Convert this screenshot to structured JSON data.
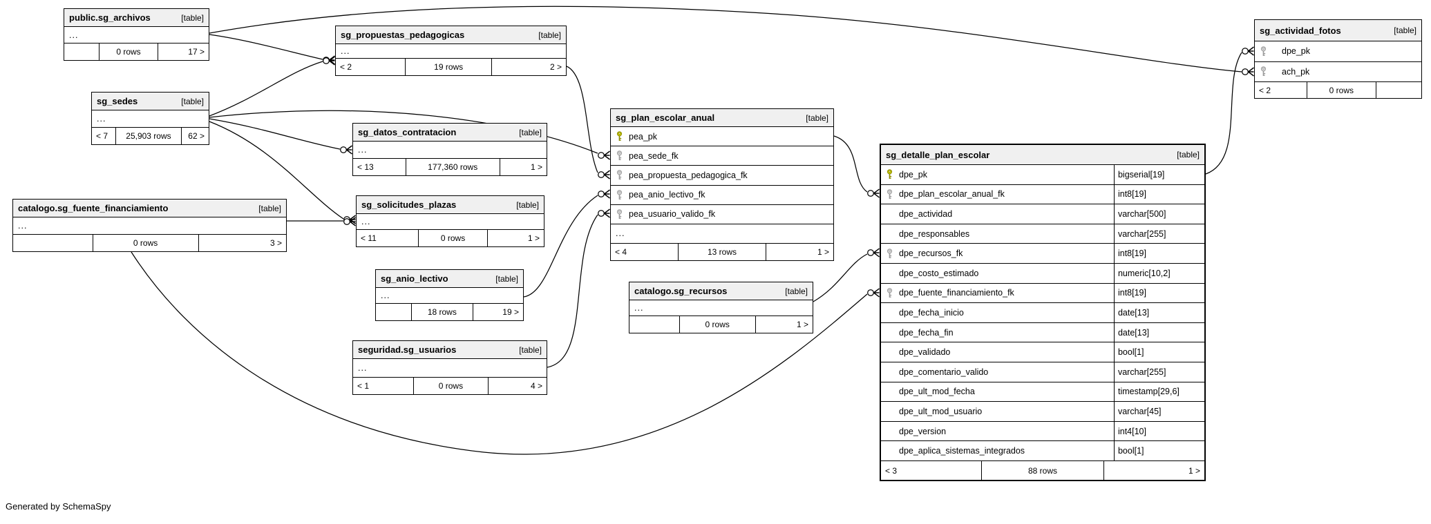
{
  "diagram": {
    "generator_note": "Generated by SchemaSpy",
    "table_tag": "[table]",
    "ellipsis_label": "...",
    "colors": {
      "header_bg": "#f0f0f0",
      "border": "#000000",
      "pk_key": "#cccc00",
      "fk_key": "#dcdcdc"
    },
    "tables": [
      {
        "id": "sg_archivos",
        "name": "public.sg_archivos",
        "ellipsis": true,
        "columns": [],
        "footer": {
          "left": "",
          "center": "0 rows",
          "right": "17 >"
        }
      },
      {
        "id": "sg_propuestas_pedagogicas",
        "name": "sg_propuestas_pedagogicas",
        "ellipsis": true,
        "columns": [],
        "footer": {
          "left": "< 2",
          "center": "19 rows",
          "right": "2 >"
        }
      },
      {
        "id": "sg_sedes",
        "name": "sg_sedes",
        "ellipsis": true,
        "columns": [],
        "footer": {
          "left": "< 7",
          "center": "25,903 rows",
          "right": "62 >"
        }
      },
      {
        "id": "sg_datos_contratacion",
        "name": "sg_datos_contratacion",
        "ellipsis": true,
        "columns": [],
        "footer": {
          "left": "< 13",
          "center": "177,360 rows",
          "right": "1 >"
        }
      },
      {
        "id": "sg_solicitudes_plazas",
        "name": "sg_solicitudes_plazas",
        "ellipsis": true,
        "columns": [],
        "footer": {
          "left": "< 11",
          "center": "0 rows",
          "right": "1 >"
        }
      },
      {
        "id": "sg_fuente_financiamiento",
        "name": "catalogo.sg_fuente_financiamiento",
        "ellipsis": true,
        "columns": [],
        "footer": {
          "left": "",
          "center": "0 rows",
          "right": "3 >"
        }
      },
      {
        "id": "sg_anio_lectivo",
        "name": "sg_anio_lectivo",
        "ellipsis": true,
        "columns": [],
        "footer": {
          "left": "",
          "center": "18 rows",
          "right": "19 >"
        }
      },
      {
        "id": "sg_usuarios",
        "name": "seguridad.sg_usuarios",
        "ellipsis": true,
        "columns": [],
        "footer": {
          "left": "< 1",
          "center": "0 rows",
          "right": "4 >"
        }
      },
      {
        "id": "sg_plan_escolar_anual",
        "name": "sg_plan_escolar_anual",
        "ellipsis": true,
        "columns": [
          {
            "name": "pea_pk",
            "key": "pk"
          },
          {
            "name": "pea_sede_fk",
            "key": "fk"
          },
          {
            "name": "pea_propuesta_pedagogica_fk",
            "key": "fk"
          },
          {
            "name": "pea_anio_lectivo_fk",
            "key": "fk"
          },
          {
            "name": "pea_usuario_valido_fk",
            "key": "fk"
          }
        ],
        "footer": {
          "left": "< 4",
          "center": "13 rows",
          "right": "1 >"
        }
      },
      {
        "id": "sg_recursos",
        "name": "catalogo.sg_recursos",
        "ellipsis": true,
        "columns": [],
        "footer": {
          "left": "",
          "center": "0 rows",
          "right": "1 >"
        }
      },
      {
        "id": "sg_detalle_plan_escolar",
        "name": "sg_detalle_plan_escolar",
        "ellipsis": false,
        "columns": [
          {
            "name": "dpe_pk",
            "key": "pk",
            "type": "bigserial[19]"
          },
          {
            "name": "dpe_plan_escolar_anual_fk",
            "key": "fk",
            "type": "int8[19]"
          },
          {
            "name": "dpe_actividad",
            "key": null,
            "type": "varchar[500]"
          },
          {
            "name": "dpe_responsables",
            "key": null,
            "type": "varchar[255]"
          },
          {
            "name": "dpe_recursos_fk",
            "key": "fk",
            "type": "int8[19]"
          },
          {
            "name": "dpe_costo_estimado",
            "key": null,
            "type": "numeric[10,2]"
          },
          {
            "name": "dpe_fuente_financiamiento_fk",
            "key": "fk",
            "type": "int8[19]"
          },
          {
            "name": "dpe_fecha_inicio",
            "key": null,
            "type": "date[13]"
          },
          {
            "name": "dpe_fecha_fin",
            "key": null,
            "type": "date[13]"
          },
          {
            "name": "dpe_validado",
            "key": null,
            "type": "bool[1]"
          },
          {
            "name": "dpe_comentario_valido",
            "key": null,
            "type": "varchar[255]"
          },
          {
            "name": "dpe_ult_mod_fecha",
            "key": null,
            "type": "timestamp[29,6]"
          },
          {
            "name": "dpe_ult_mod_usuario",
            "key": null,
            "type": "varchar[45]"
          },
          {
            "name": "dpe_version",
            "key": null,
            "type": "int4[10]"
          },
          {
            "name": "dpe_aplica_sistemas_integrados",
            "key": null,
            "type": "bool[1]"
          }
        ],
        "footer": {
          "left": "< 3",
          "center": "88 rows",
          "right": "1 >"
        }
      },
      {
        "id": "sg_actividad_fotos",
        "name": "sg_actividad_fotos",
        "ellipsis": false,
        "columns": [
          {
            "name": "dpe_pk",
            "key": "fk"
          },
          {
            "name": "ach_pk",
            "key": "fk"
          }
        ],
        "footer": {
          "left": "< 2",
          "center": "0 rows",
          "right": ""
        }
      }
    ],
    "edges": [
      {
        "from": "public.sg_archivos",
        "to": "sg_actividad_fotos.ach_pk"
      },
      {
        "from": "public.sg_archivos",
        "to": "sg_propuestas_pedagogicas"
      },
      {
        "from": "sg_sedes",
        "to": "sg_propuestas_pedagogicas"
      },
      {
        "from": "sg_sedes",
        "to": "sg_datos_contratacion"
      },
      {
        "from": "sg_sedes",
        "to": "sg_solicitudes_plazas"
      },
      {
        "from": "sg_sedes",
        "to": "sg_plan_escolar_anual.pea_sede_fk"
      },
      {
        "from": "catalogo.sg_fuente_financiamiento",
        "to": "sg_solicitudes_plazas"
      },
      {
        "from": "catalogo.sg_fuente_financiamiento",
        "to": "sg_detalle_plan_escolar.dpe_fuente_financiamiento_fk"
      },
      {
        "from": "sg_propuestas_pedagogicas",
        "to": "sg_plan_escolar_anual.pea_propuesta_pedagogica_fk"
      },
      {
        "from": "sg_anio_lectivo",
        "to": "sg_plan_escolar_anual.pea_anio_lectivo_fk"
      },
      {
        "from": "seguridad.sg_usuarios",
        "to": "sg_plan_escolar_anual.pea_usuario_valido_fk"
      },
      {
        "from": "sg_plan_escolar_anual.pea_pk",
        "to": "sg_detalle_plan_escolar.dpe_plan_escolar_anual_fk"
      },
      {
        "from": "catalogo.sg_recursos",
        "to": "sg_detalle_plan_escolar.dpe_recursos_fk"
      },
      {
        "from": "sg_detalle_plan_escolar.dpe_pk",
        "to": "sg_actividad_fotos.dpe_pk"
      }
    ]
  }
}
